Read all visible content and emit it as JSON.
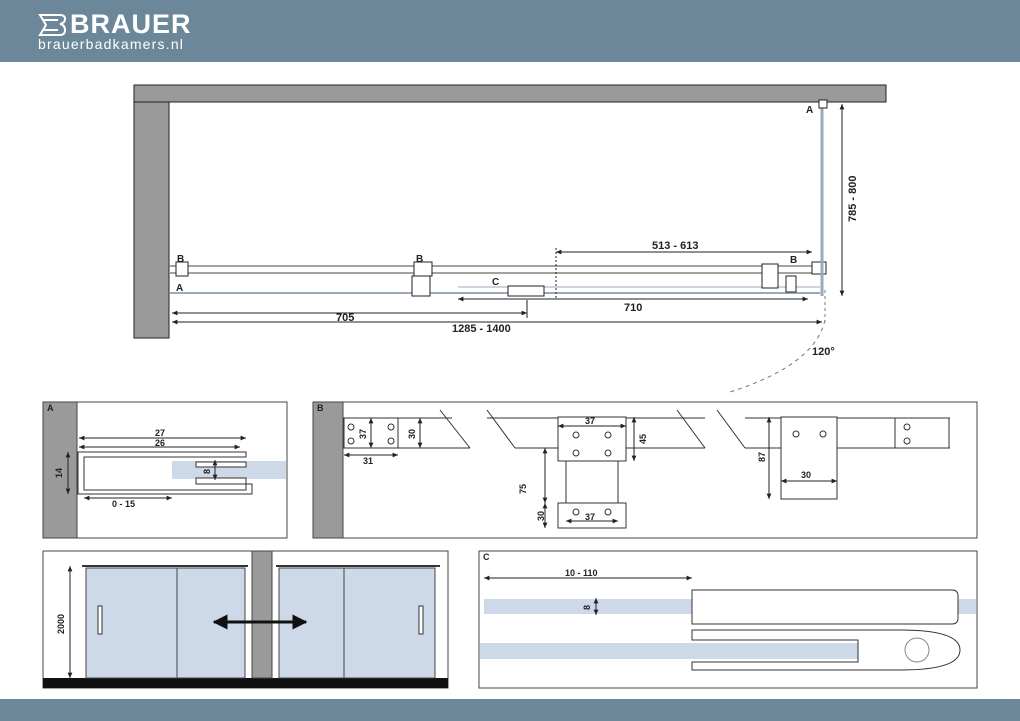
{
  "header": {
    "brand": "BRAUER",
    "website": "brauerbadkamers.nl",
    "logo_icon": "brauer-logo-icon",
    "background": "#6b8799"
  },
  "top_view": {
    "label_a_top": "A",
    "label_a_left": "A",
    "label_b_left": "B",
    "label_b_mid": "B",
    "label_b_right": "B",
    "label_c": "C",
    "dim_height": "785 - 800",
    "dim_slide": "513 - 613",
    "dim_left": "705",
    "dim_right": "710",
    "dim_total": "1285 - 1400",
    "angle": "120°"
  },
  "detail_a": {
    "label": "A",
    "d27": "27",
    "d26": "26",
    "d14": "14",
    "d8": "8",
    "d0_15": "0 - 15"
  },
  "detail_b": {
    "label": "B",
    "d37a": "37",
    "d30a": "30",
    "d31": "31",
    "d37b": "37",
    "d45": "45",
    "d75": "75",
    "d30b": "30",
    "d37c": "37",
    "d87": "87",
    "d30c": "30"
  },
  "front_view": {
    "d2000": "2000"
  },
  "detail_c": {
    "label": "C",
    "d10_110": "10 - 110",
    "d8": "8"
  },
  "colors": {
    "wall": "#9a9a9a",
    "glass": "#cdd9e8",
    "line": "#222222"
  }
}
